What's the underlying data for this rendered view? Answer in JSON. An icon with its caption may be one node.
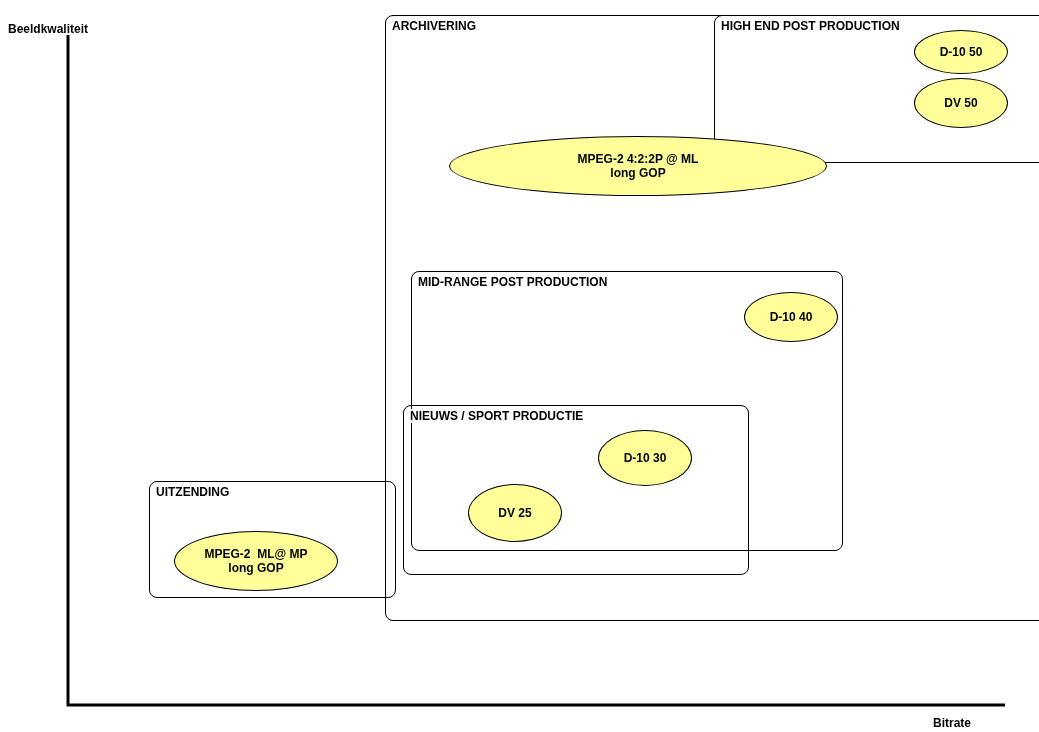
{
  "diagram": {
    "nodes": [
      {
        "text": [
          "ARCHIVERING"
        ]
      },
      {
        "text": [
          "HIGH END POST PRODUCTION"
        ],
        "in": 0
      },
      {
        "text": [
          "D-10 50"
        ],
        "in": 1
      },
      {
        "text": [
          "DV 50"
        ],
        "in": 1
      },
      {
        "text": [
          "MPEG-2 4:2:2P @ ML long GOP"
        ],
        "in": 0
      },
      {
        "text": [
          "MID-RANGE POST PRODUCTION"
        ],
        "in": 0
      },
      {
        "text": [
          "D-10 40"
        ],
        "in": 5
      },
      {
        "text": [
          "NIEUWS / SPORT PRODUCTIE"
        ],
        "in": 0
      },
      {
        "text": [
          "D-10 30"
        ],
        "in": 7
      },
      {
        "text": [
          "DV 25"
        ],
        "in": 7
      },
      {
        "text": [
          "UITZENDING"
        ]
      },
      {
        "text": [
          "MPEG-2  ML@ MP long GOP"
        ],
        "in": 10
      }
    ],
    "edges": [],
    "labels": [
      "Beeldkwaliteit",
      "Bitrate"
    ]
  }
}
